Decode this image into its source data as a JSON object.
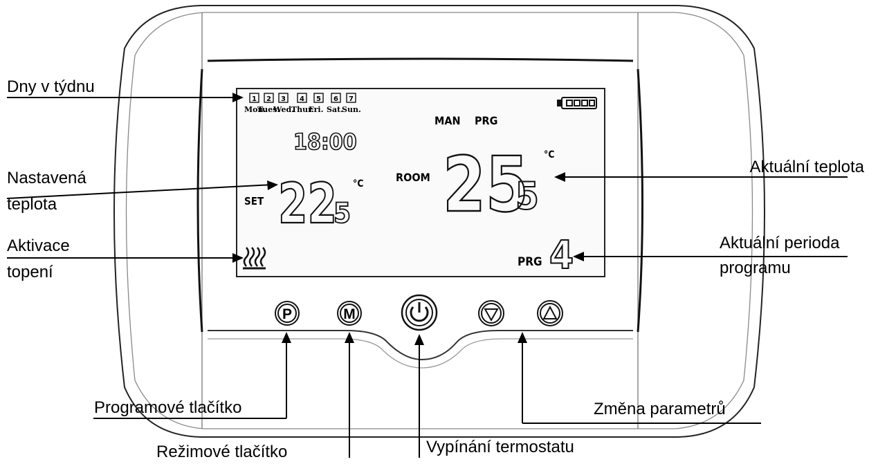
{
  "labels": {
    "days_of_week": "Dny v týdnu",
    "set_temp_line1": "Nastavená",
    "set_temp_line2": "teplota",
    "heating_line1": "Aktivace",
    "heating_line2": "topení",
    "current_temp": "Aktuální teplota",
    "period_line1": "Aktuální perioda",
    "period_line2": "programu",
    "program_button": "Programové tlačítko",
    "mode_button": "Režimové tlačítko",
    "power_button": "Vypínání termostatu",
    "param_change": "Změna parametrů"
  },
  "display": {
    "day_numbers": [
      "1",
      "2",
      "3",
      "4",
      "5",
      "6",
      "7"
    ],
    "day_names": [
      "Mon.",
      "Tues.",
      "Wed.",
      "Thur.",
      "Fri.",
      "Sat.",
      "Sun."
    ],
    "man": "MAN",
    "prg_top": "PRG",
    "clock": "18:00",
    "set_tag": "SET",
    "set_int": "22",
    "set_dec": "5",
    "room_tag": "ROOM",
    "room_int": "25",
    "room_dec": "5",
    "unit": "°C",
    "prg_bottom": "PRG",
    "period": "4"
  },
  "buttons": {
    "program": "P",
    "mode": "M"
  }
}
